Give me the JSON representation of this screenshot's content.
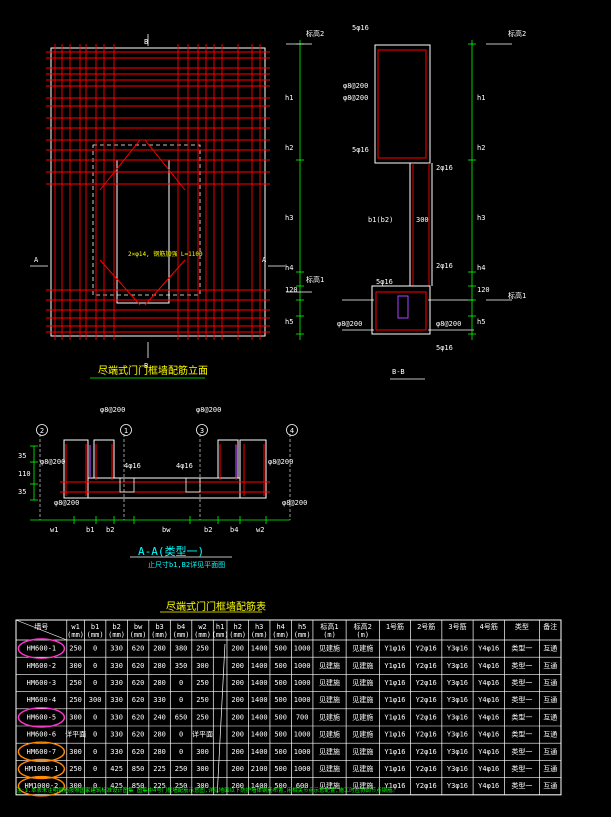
{
  "elevation_view": {
    "title": "尽端式门门框墙配筋立面",
    "section_mark": "B",
    "side_mark": "A",
    "note": "2×φ14, 钢筋加强 L=1100"
  },
  "section_bb": {
    "title": "B-B",
    "elev_top": "标高2",
    "elev_bottom": "标高1",
    "labels": [
      "5φ16",
      "φ8@200",
      "φ8@200",
      "5φ16",
      "2φ16",
      "b1(b2)",
      "300",
      "2φ16",
      "5φ16",
      "φ8@200",
      "φ8@200",
      "5φ16"
    ],
    "dims": [
      "h1",
      "h2",
      "h3",
      "h4",
      "120",
      "h5"
    ]
  },
  "section_aa": {
    "title": "A-A(类型一)",
    "subtitle": "止尺寸b1,B2详见平面图",
    "axis_bubbles": [
      "2",
      "1",
      "3",
      "4"
    ],
    "labels": [
      "φ8@200",
      "φ8@200",
      "4φ16",
      "4φ16",
      "φ8@200",
      "φ8@200",
      "φ8@200",
      "φ8@200"
    ],
    "bottom_dims": [
      "w1",
      "b1",
      "b2",
      "bw",
      "b2",
      "b4",
      "w2"
    ],
    "left_dims": [
      "35",
      "110",
      "35"
    ]
  },
  "table": {
    "title": "尽端式门门框墙配筋表",
    "headers": [
      "墙号",
      "w1",
      "b1",
      "b2",
      "bw",
      "b3",
      "b4",
      "w2",
      "h1",
      "h2",
      "h3",
      "h4",
      "h5",
      "标高1",
      "标高2",
      "1号筋",
      "2号筋",
      "3号筋",
      "4号筋",
      "类型",
      "备注"
    ],
    "units": [
      "",
      "(mm)",
      "(mm)",
      "(mm)",
      "(mm)",
      "(mm)",
      "(mm)",
      "(mm)",
      "(mm)",
      "(mm)",
      "(mm)",
      "(mm)",
      "(mm)",
      "(m)",
      "(m)",
      "",
      "",
      "",
      "",
      "",
      ""
    ],
    "rows": [
      [
        "HM600-1",
        "250",
        "0",
        "330",
        "620",
        "280",
        "380",
        "250",
        "",
        "200",
        "1400",
        "500",
        "1000",
        "见建施",
        "见建施",
        "Y1φ16",
        "Y2φ16",
        "Y3φ16",
        "Y4φ16",
        "类型一",
        "互通"
      ],
      [
        "HM600-2",
        "300",
        "0",
        "330",
        "620",
        "280",
        "350",
        "300",
        "",
        "200",
        "1400",
        "500",
        "1000",
        "见建施",
        "见建施",
        "Y1φ16",
        "Y2φ16",
        "Y3φ16",
        "Y4φ16",
        "类型一",
        "互通"
      ],
      [
        "HM600-3",
        "250",
        "0",
        "330",
        "620",
        "280",
        "0",
        "250",
        "",
        "200",
        "1400",
        "500",
        "1000",
        "见建施",
        "见建施",
        "Y1φ16",
        "Y2φ16",
        "Y3φ16",
        "Y4φ16",
        "类型一",
        "互通"
      ],
      [
        "HM600-4",
        "250",
        "300",
        "330",
        "620",
        "330",
        "0",
        "250",
        "",
        "200",
        "1400",
        "500",
        "1000",
        "见建施",
        "见建施",
        "Y1φ16",
        "Y2φ16",
        "Y3φ16",
        "Y4φ16",
        "类型一",
        "互通"
      ],
      [
        "HM600-5",
        "300",
        "0",
        "330",
        "620",
        "240",
        "650",
        "250",
        "",
        "200",
        "1400",
        "500",
        "700",
        "见建施",
        "见建施",
        "Y1φ16",
        "Y2φ16",
        "Y3φ16",
        "Y4φ16",
        "类型一",
        "互通"
      ],
      [
        "HM600-6",
        "详平面",
        "0",
        "330",
        "620",
        "280",
        "0",
        "详平面",
        "",
        "200",
        "1400",
        "500",
        "1000",
        "见建施",
        "见建施",
        "Y1φ16",
        "Y2φ16",
        "Y3φ16",
        "Y4φ16",
        "类型一",
        "互通"
      ],
      [
        "HM600-7",
        "300",
        "0",
        "330",
        "620",
        "280",
        "0",
        "300",
        "",
        "200",
        "1400",
        "500",
        "1000",
        "见建施",
        "见建施",
        "Y1φ16",
        "Y2φ16",
        "Y3φ16",
        "Y4φ16",
        "类型一",
        "互通"
      ],
      [
        "HM1000-1",
        "250",
        "0",
        "425",
        "850",
        "225",
        "250",
        "300",
        "",
        "200",
        "2100",
        "500",
        "1000",
        "见建施",
        "见建施",
        "Y1φ16",
        "Y2φ16",
        "Y3φ16",
        "Y4φ16",
        "类型一",
        "互通"
      ],
      [
        "HM1000-2",
        "300",
        "0",
        "425",
        "850",
        "225",
        "250",
        "300",
        "",
        "200",
        "1400",
        "500",
        "600",
        "见建施",
        "见建施",
        "Y1φ16",
        "Y2φ16",
        "Y3φ16",
        "Y4φ16",
        "类型一",
        "互通"
      ]
    ],
    "footnote": "注:1.本表未注明钢筋按照国家建筑标准设计图集 图集中4号门框墙配筋示意图,详见地面以下防护墙体钢筋布置,用相关节点示意配置,施工时应协调节点钢筋。"
  },
  "colors": {
    "background": "#000000",
    "frame": "#ffffff",
    "rebar": "#ff0000",
    "dim": "#00ff00",
    "text_yellow": "#ffff00",
    "text_cyan": "#00ffff",
    "highlight_pink": "#ff33cc",
    "highlight_orange": "#ff8800"
  }
}
